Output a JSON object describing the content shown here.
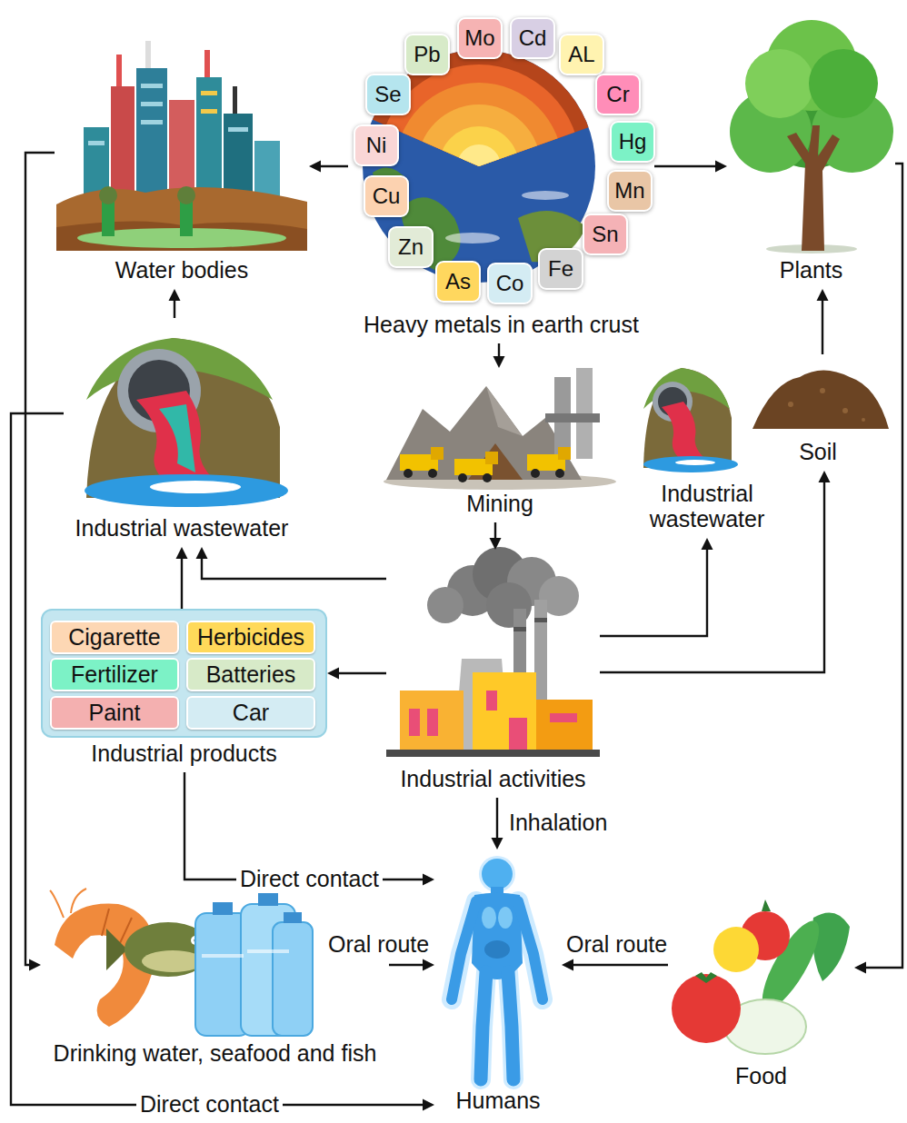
{
  "diagram": {
    "nodes": [
      {
        "text": [
          "Water bodies"
        ]
      },
      {
        "text": [
          "Heavy metals in earth crust"
        ]
      },
      {
        "text": [
          "Pb"
        ]
      },
      {
        "text": [
          "Mo"
        ]
      },
      {
        "text": [
          "Cd"
        ]
      },
      {
        "text": [
          "AL"
        ]
      },
      {
        "text": [
          "Se"
        ]
      },
      {
        "text": [
          "Cr"
        ]
      },
      {
        "text": [
          "Ni"
        ]
      },
      {
        "text": [
          "Hg"
        ]
      },
      {
        "text": [
          "Cu"
        ]
      },
      {
        "text": [
          "Mn"
        ]
      },
      {
        "text": [
          "Zn"
        ]
      },
      {
        "text": [
          "Sn"
        ]
      },
      {
        "text": [
          "As"
        ]
      },
      {
        "text": [
          "Co"
        ]
      },
      {
        "text": [
          "Fe"
        ]
      },
      {
        "text": [
          "Plants"
        ]
      },
      {
        "text": [
          "Industrial wastewater"
        ]
      },
      {
        "text": [
          "Mining"
        ]
      },
      {
        "text": [
          "Industrial wastewater"
        ]
      },
      {
        "text": [
          "Soil"
        ]
      },
      {
        "text": [
          "Industrial products"
        ]
      },
      {
        "text": [
          "Cigarette"
        ],
        "in": 22
      },
      {
        "text": [
          "Herbicides"
        ],
        "in": 22
      },
      {
        "text": [
          "Fertilizer"
        ],
        "in": 22
      },
      {
        "text": [
          "Batteries"
        ],
        "in": 22
      },
      {
        "text": [
          "Paint"
        ],
        "in": 22
      },
      {
        "text": [
          "Car"
        ],
        "in": 22
      },
      {
        "text": [
          "Industrial activities"
        ]
      },
      {
        "text": [
          "Drinking water, seafood and fish"
        ]
      },
      {
        "text": [
          "Humans"
        ]
      },
      {
        "text": [
          "Food"
        ]
      }
    ],
    "edges": [
      {
        "from": 1,
        "to": 0,
        "arrow": "to"
      },
      {
        "from": 1,
        "to": 17,
        "arrow": "to"
      },
      {
        "from": 1,
        "to": 19,
        "arrow": "to"
      },
      {
        "from": 19,
        "to": 29,
        "arrow": "to"
      },
      {
        "from": 29,
        "to": 18,
        "arrow": "to"
      },
      {
        "from": 29,
        "to": 20,
        "arrow": "to"
      },
      {
        "from": 29,
        "to": 21,
        "arrow": "to"
      },
      {
        "from": 29,
        "to": 22,
        "arrow": "to"
      },
      {
        "from": 18,
        "to": 0,
        "arrow": "to"
      },
      {
        "from": 22,
        "to": 18,
        "arrow": "to"
      },
      {
        "from": 21,
        "to": 17,
        "arrow": "to"
      },
      {
        "from": 17,
        "to": 32,
        "arrow": "to"
      },
      {
        "from": 0,
        "to": 30,
        "arrow": "to"
      },
      {
        "from": 18,
        "to": 31,
        "label": "Direct contact",
        "arrow": "to"
      },
      {
        "from": 22,
        "to": 31,
        "label": "Direct contact",
        "arrow": "to"
      },
      {
        "from": 29,
        "to": 31,
        "label": "Inhalation",
        "arrow": "to"
      },
      {
        "from": 30,
        "to": 31,
        "label": "Oral route",
        "arrow": "to"
      },
      {
        "from": 32,
        "to": 31,
        "label": "Oral route",
        "arrow": "to"
      }
    ]
  }
}
